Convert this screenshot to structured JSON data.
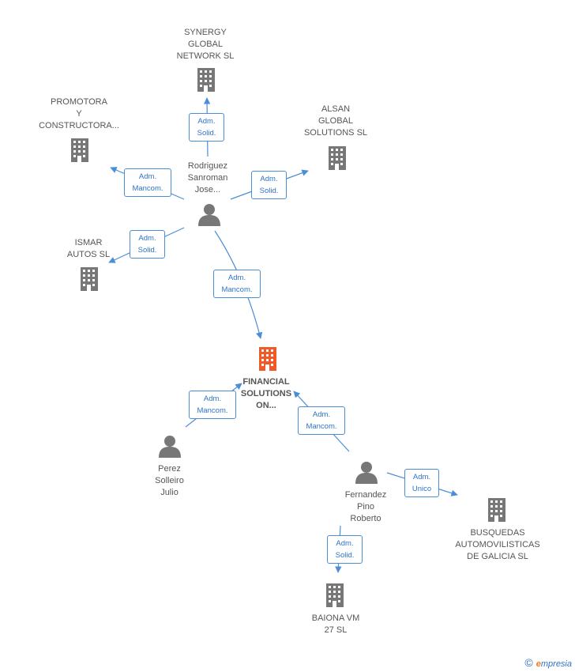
{
  "nodes": {
    "center": {
      "label": "FINANCIAL\nSOLUTIONS\nON..."
    },
    "synergy": {
      "label": "SYNERGY\nGLOBAL\nNETWORK SL"
    },
    "promotora": {
      "label": "PROMOTORA\nY\nCONSTRUCTORA..."
    },
    "alsan": {
      "label": "ALSAN\nGLOBAL\nSOLUTIONS SL"
    },
    "ismar": {
      "label": "ISMAR\nAUTOS SL"
    },
    "rodriguez": {
      "label": "Rodriguez\nSanroman\nJose..."
    },
    "perez": {
      "label": "Perez\nSolleiro\nJulio"
    },
    "fernandez": {
      "label": "Fernandez\nPino\nRoberto"
    },
    "busquedas": {
      "label": "BUSQUEDAS\nAUTOMOVILISTICAS\nDE GALICIA SL"
    },
    "baiona": {
      "label": "BAIONA VM\n27 SL"
    }
  },
  "edges": {
    "rod_synergy": "Adm.\nSolid.",
    "rod_promotora": "Adm.\nMancom.",
    "rod_alsan": "Adm.\nSolid.",
    "rod_ismar": "Adm.\nSolid.",
    "rod_center": "Adm.\nMancom.",
    "perez_center": "Adm.\nMancom.",
    "fern_center": "Adm.\nMancom.",
    "fern_busquedas": "Adm.\nUnico",
    "fern_baiona": "Adm.\nSolid."
  },
  "footer": {
    "copyright": "©",
    "brand_e": "e",
    "brand_rest": "mpresia"
  },
  "colors": {
    "edge": "#4a8ed8",
    "building": "#777777",
    "building_center": "#f05a28",
    "person": "#777777"
  }
}
